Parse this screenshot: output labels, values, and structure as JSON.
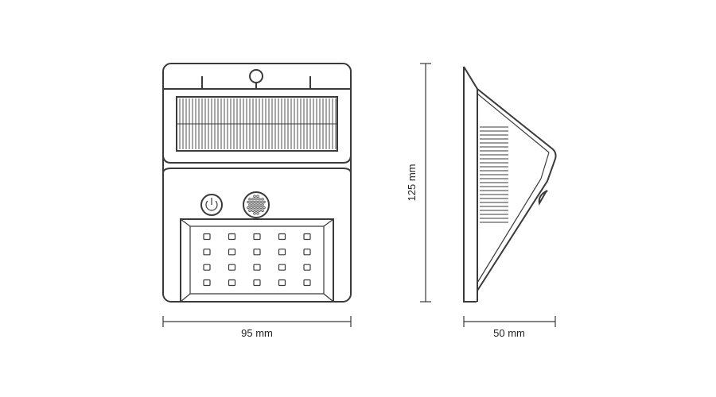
{
  "dimensions": {
    "width": "95 mm",
    "height": "125 mm",
    "depth": "50 mm"
  },
  "front_view": {
    "led_rows": 4,
    "led_columns": 5,
    "icons": [
      "power-icon",
      "pir-sensor-icon",
      "solar-panel-icon"
    ]
  },
  "colors": {
    "stroke": "#3a3a3a",
    "text": "#222222"
  }
}
